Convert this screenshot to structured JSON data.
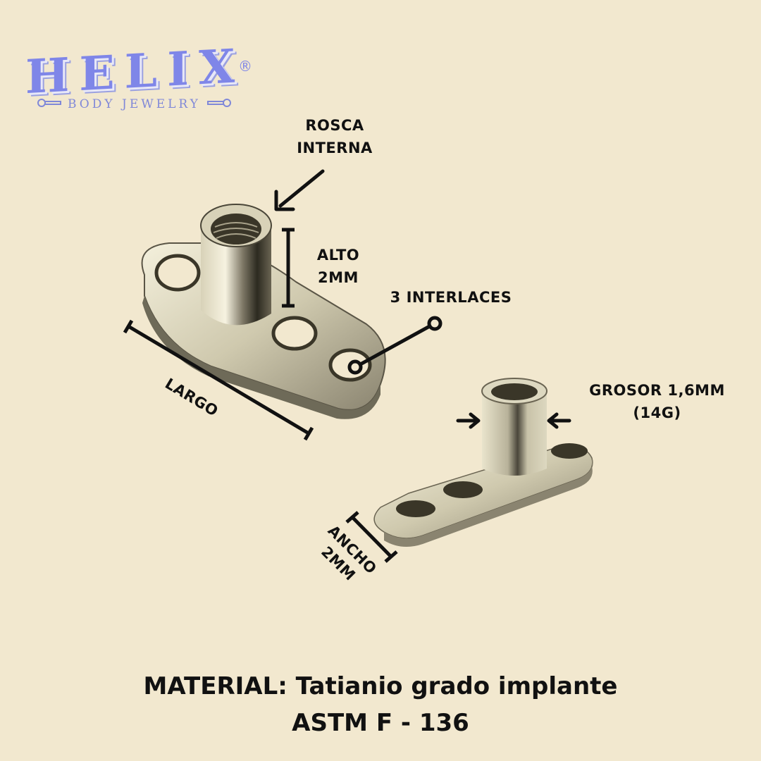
{
  "brand": {
    "name": "HELIX",
    "registered_mark": "®",
    "tagline": "BODY JEWELRY",
    "color": "#7f86e8"
  },
  "annotations": {
    "rosca_interna": [
      "ROSCA",
      "INTERNA"
    ],
    "alto": [
      "ALTO",
      "2MM"
    ],
    "interlaces": "3 INTERLACES",
    "largo": "LARGO",
    "grosor": [
      "GROSOR 1,6MM",
      "(14G)"
    ],
    "ancho": [
      "ANCHO",
      "2MM"
    ]
  },
  "footer": {
    "line1": "MATERIAL: Tatianio grado implante",
    "line2": "ASTM F - 136"
  },
  "colors": {
    "background": "#f2e8cf",
    "text": "#111111",
    "metal_light": "#e9e4cc",
    "metal_dark": "#2a2a1e"
  }
}
